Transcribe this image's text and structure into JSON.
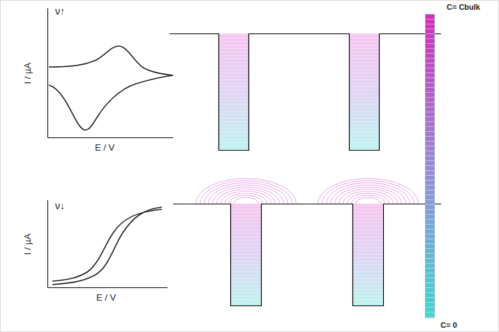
{
  "diagram": {
    "labels": [
      "ν↑",
      "I / µA",
      "E / V",
      "ν↓",
      "I / µA",
      "E / V",
      "C= Cbulk",
      "C= 0"
    ]
  }
}
